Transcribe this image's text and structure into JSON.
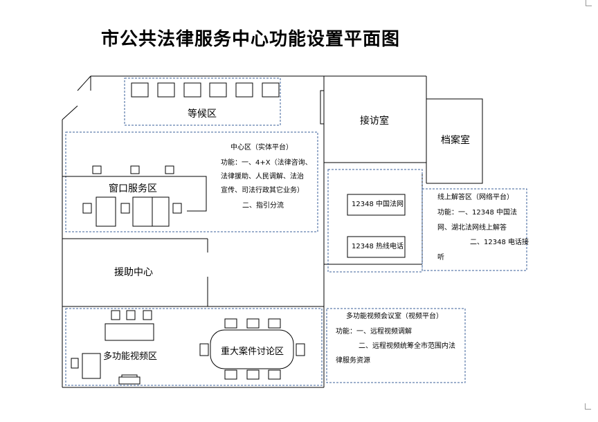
{
  "title": "市公共法律服务中心功能设置平面图",
  "rooms": {
    "waiting": "等候区",
    "reception": "接访室",
    "archive": "档案室",
    "window_service": "窗口服务区",
    "legal_aid": "援助中心",
    "video_area": "多功能视频区",
    "discussion": "重大案件讨论区",
    "hotline_net": "12348 中国法网",
    "hotline_phone": "12348 热线电话"
  },
  "center_note": {
    "line1": "中心区（实体平台）",
    "line2": "功能：一、4+X（法律咨询、",
    "line3": "法律援助、人民调解、法治",
    "line4": "宣传、司法行政其它业务）",
    "line5": "二、指引分流"
  },
  "online_note": {
    "line1": "线上解答区（网络平台）",
    "line2": "功能：一、12348 中国法",
    "line3": "网、湖北法网线上解答",
    "line4": "二、12348 电话接",
    "line5": "听"
  },
  "video_note": {
    "line1": "多功能视频会议室（视频平台）",
    "line2": "功能：一、远程视频调解",
    "line3": "二、远程视频统筹全市范围内法",
    "line4": "律服务资源"
  }
}
